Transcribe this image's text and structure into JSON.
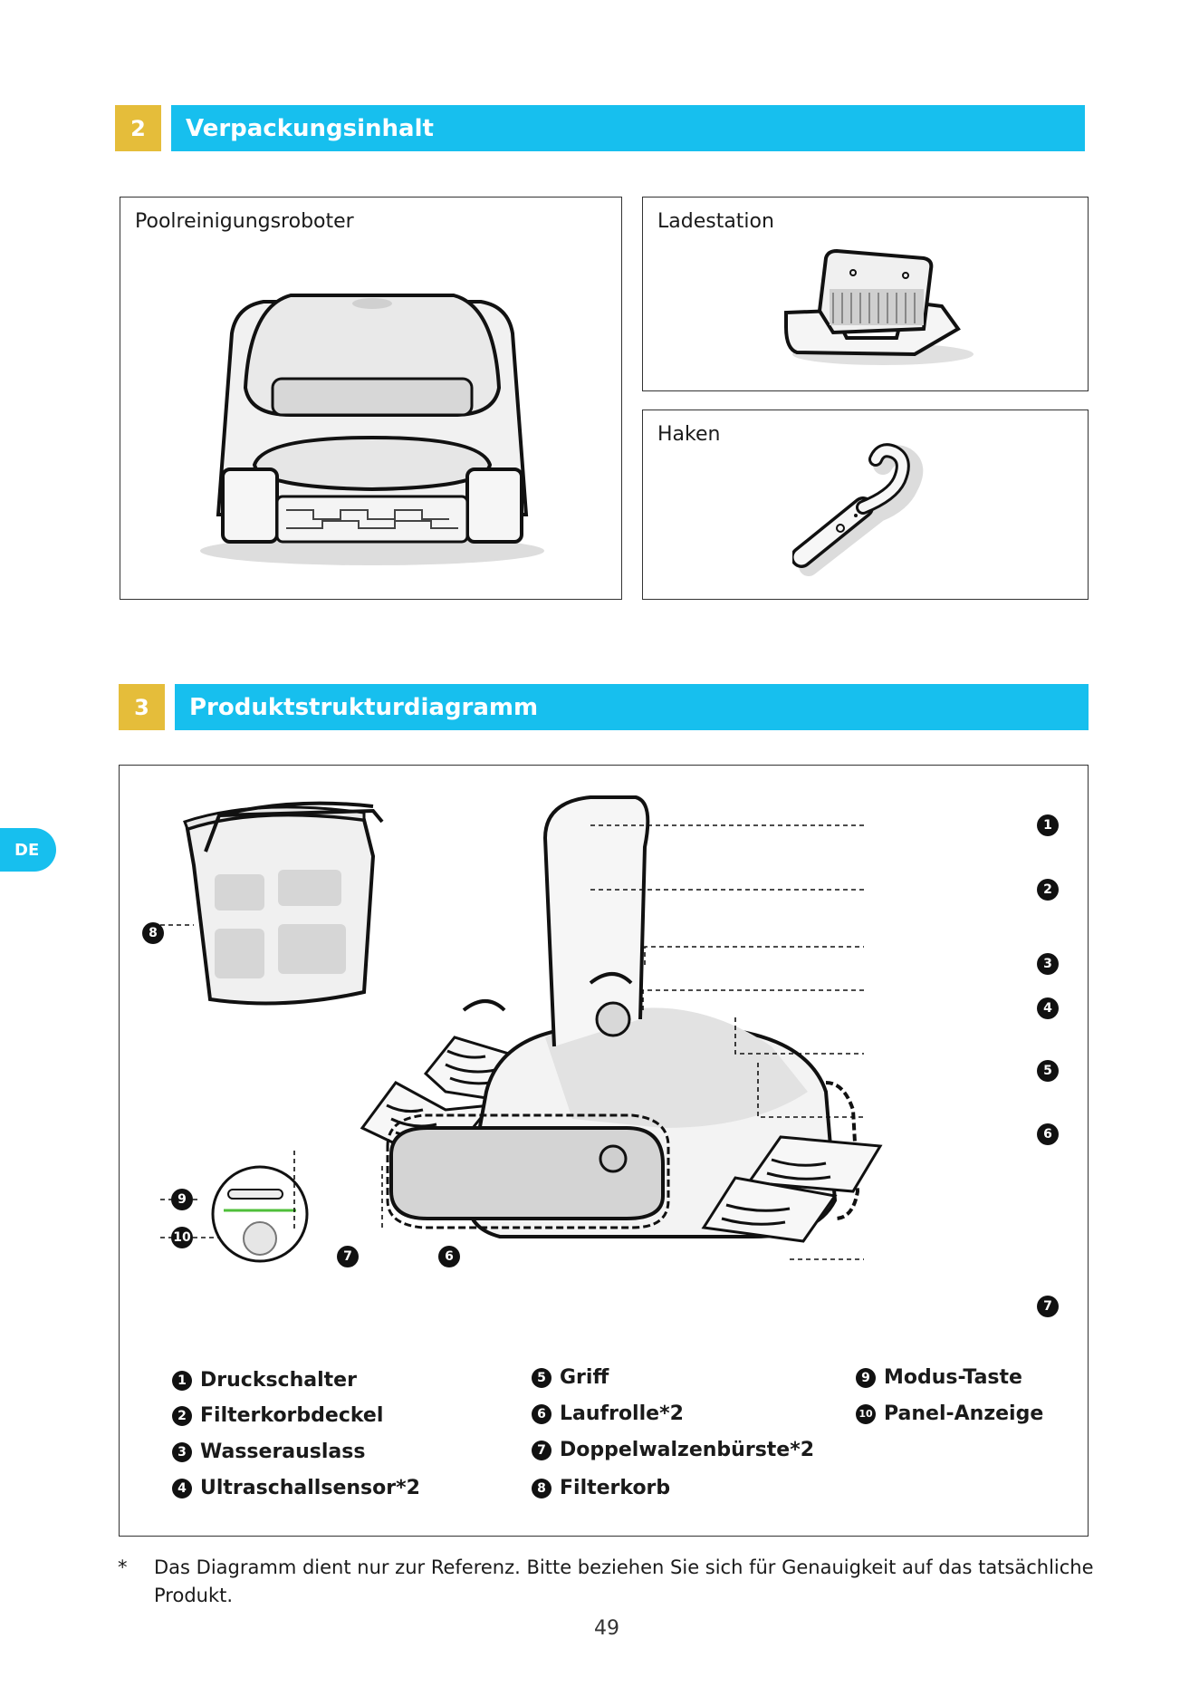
{
  "section2": {
    "number": "2",
    "title": "Verpackungsinhalt"
  },
  "items": {
    "robot": "Poolreinigungsroboter",
    "dock": "Ladestation",
    "hook": "Haken"
  },
  "section3": {
    "number": "3",
    "title": "Produktstrukturdiagramm"
  },
  "side_tab": "DE",
  "callouts": [
    "1",
    "2",
    "3",
    "4",
    "5",
    "6",
    "6",
    "7",
    "7",
    "8",
    "9",
    "10"
  ],
  "legend": [
    {
      "num": "1",
      "label": "Druckschalter"
    },
    {
      "num": "2",
      "label": "Filterkorbdeckel"
    },
    {
      "num": "3",
      "label": "Wasserauslass"
    },
    {
      "num": "4",
      "label": "Ultraschallsensor*2"
    },
    {
      "num": "5",
      "label": "Griff"
    },
    {
      "num": "6",
      "label": "Laufrolle*2"
    },
    {
      "num": "7",
      "label": "Doppelwalzenbürste*2"
    },
    {
      "num": "8",
      "label": "Filterkorb"
    },
    {
      "num": "9",
      "label": "Modus-Taste"
    },
    {
      "num": "10",
      "label": "Panel-Anzeige"
    }
  ],
  "note": {
    "marker": "*",
    "line1": "Das Diagramm dient nur zur Referenz. Bitte beziehen Sie sich für Genauigkeit auf das tatsächliche",
    "line2": "Produkt."
  },
  "page_number": "49"
}
